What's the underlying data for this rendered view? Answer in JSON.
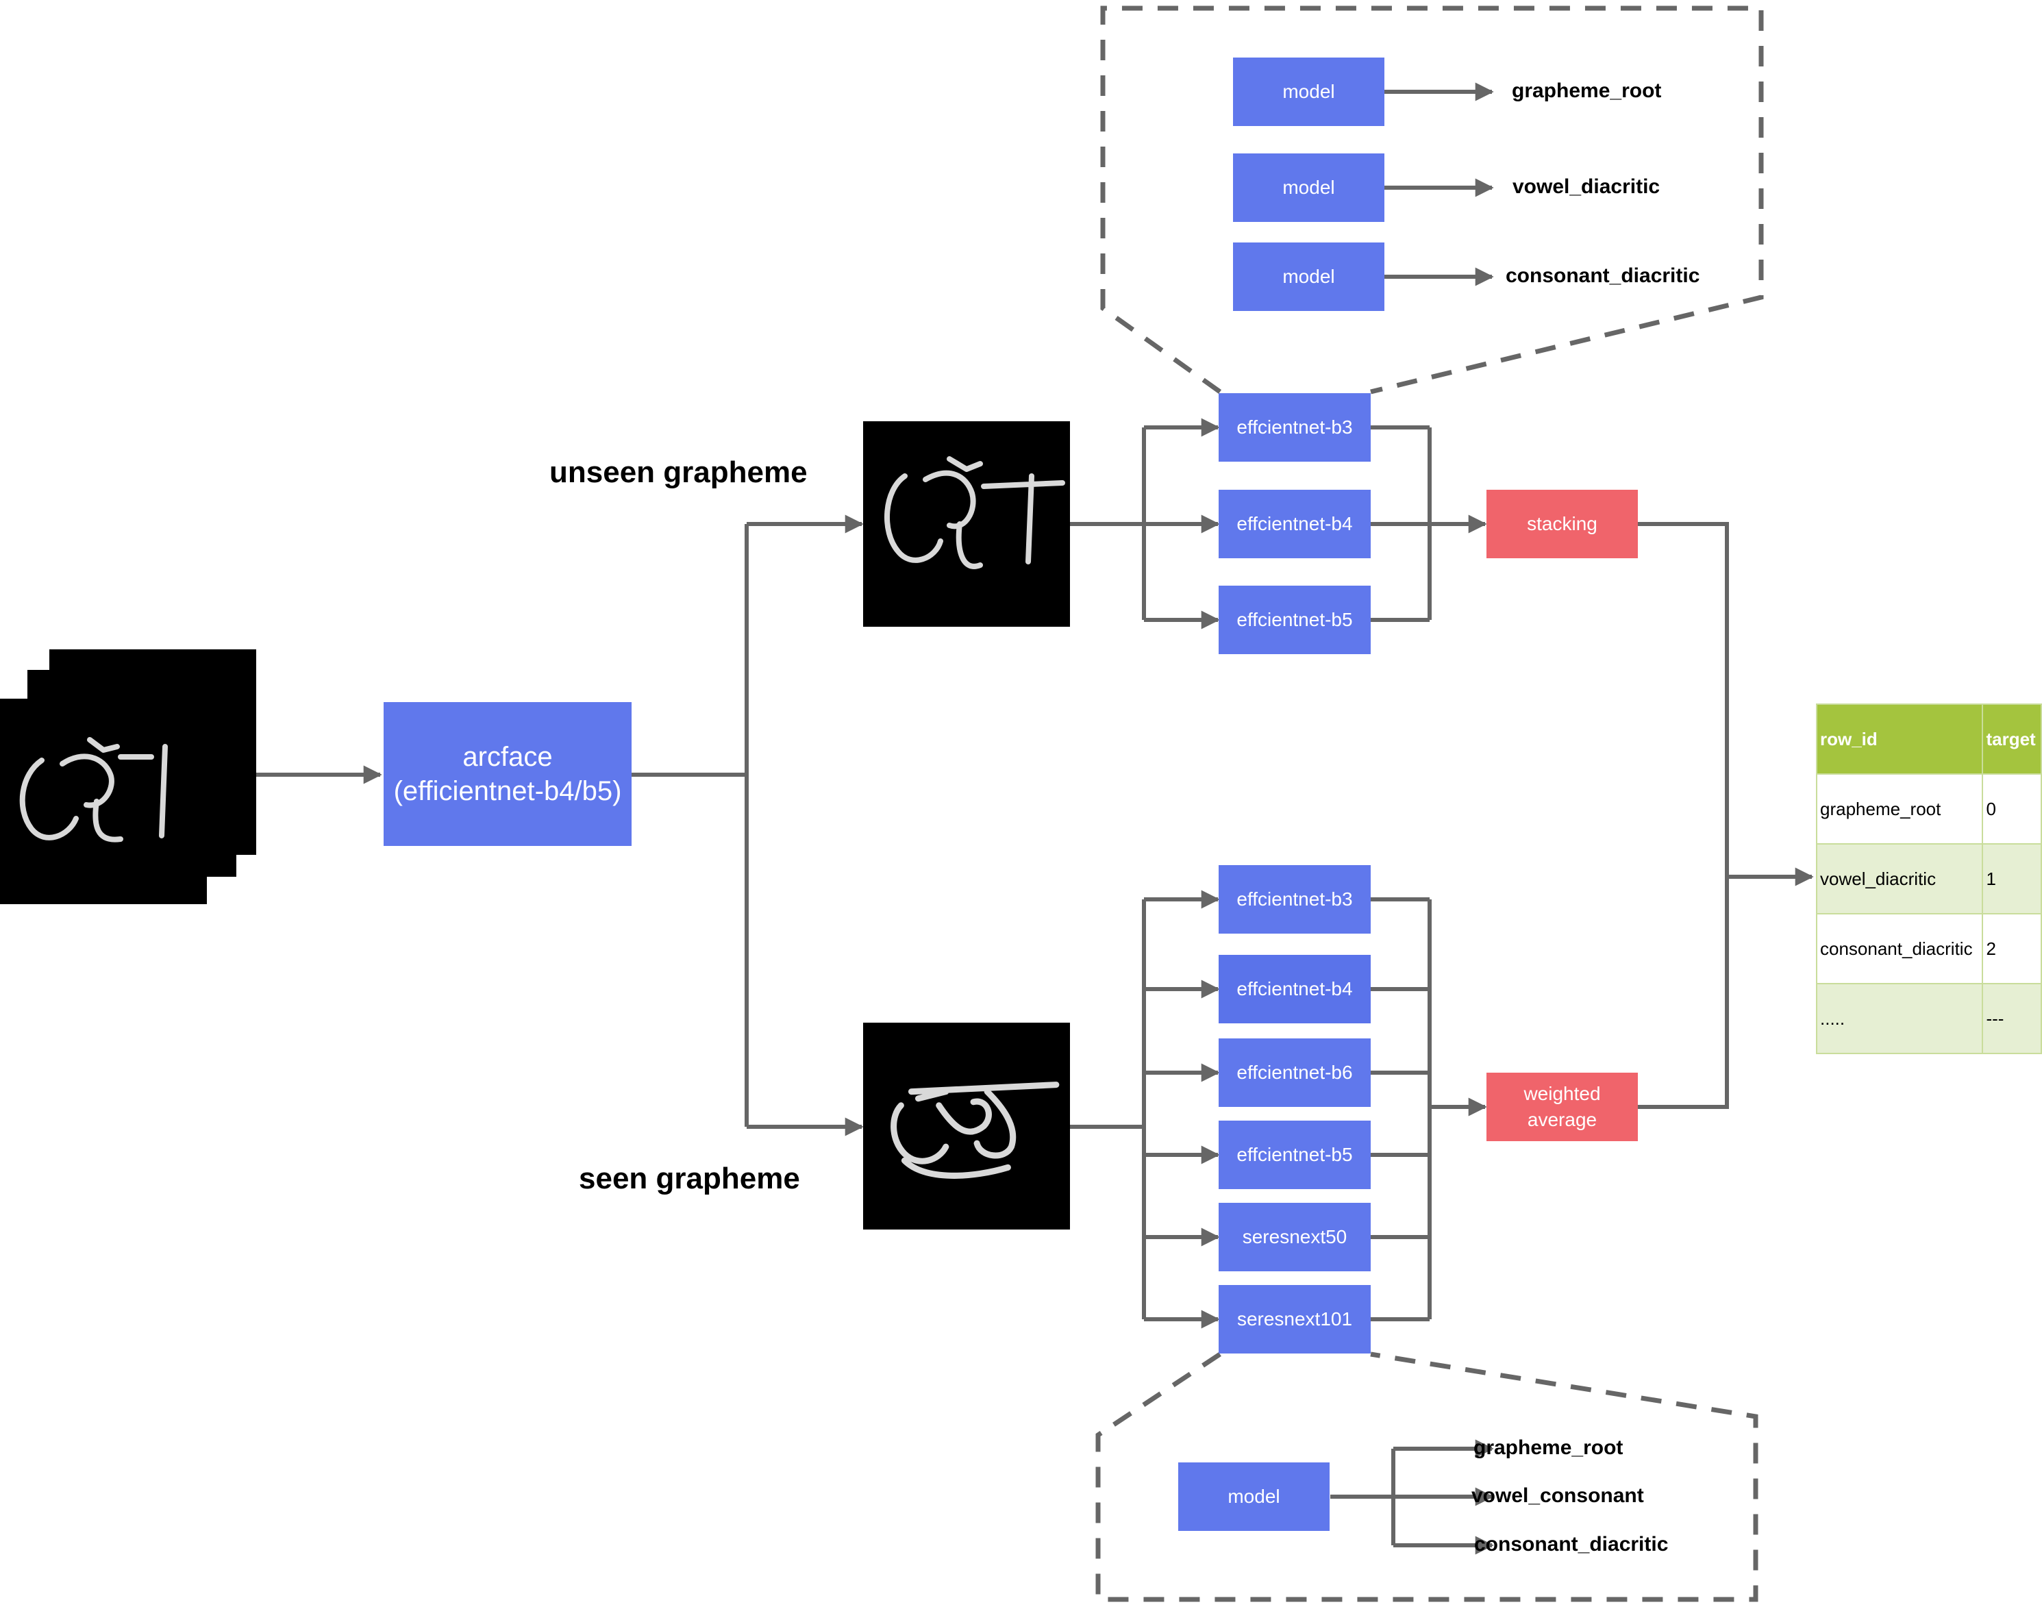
{
  "input": {
    "glyph": "কো"
  },
  "arcface": {
    "line1": "arcface",
    "line2": "(efficientnet-b4/b5)"
  },
  "branches": {
    "unseen_label": "unseen grapheme",
    "seen_label": "seen grapheme",
    "unseen_glyph": "কো",
    "seen_glyph": "চেহ"
  },
  "unseen_models": [
    "effcientnet-b3",
    "effcientnet-b4",
    "effcientnet-b5"
  ],
  "seen_models": [
    "effcientnet-b3",
    "effcientnet-b4",
    "effcientnet-b6",
    "effcientnet-b5",
    "seresnext50",
    "seresnext101"
  ],
  "stacking": "stacking",
  "weighted": {
    "line1": "weighted",
    "line2": "average"
  },
  "top_detail": {
    "model_label": "model",
    "outputs": [
      "grapheme_root",
      "vowel_diacritic",
      "consonant_diacritic"
    ]
  },
  "bottom_detail": {
    "model_label": "model",
    "outputs": [
      "grapheme_root",
      "vowel_consonant",
      "consonant_diacritic"
    ]
  },
  "result_table": {
    "headers": [
      "row_id",
      "target"
    ],
    "rows": [
      [
        "grapheme_root",
        "0"
      ],
      [
        "vowel_diacritic",
        "1"
      ],
      [
        "consonant_diacritic",
        "2"
      ],
      [
        ".....",
        "---"
      ]
    ]
  },
  "colors": {
    "box_blue": "#6078ec",
    "box_red": "#f0646b",
    "connector": "#666666",
    "table_header": "#a4c43e",
    "table_alt_row": "#e6efd3"
  }
}
